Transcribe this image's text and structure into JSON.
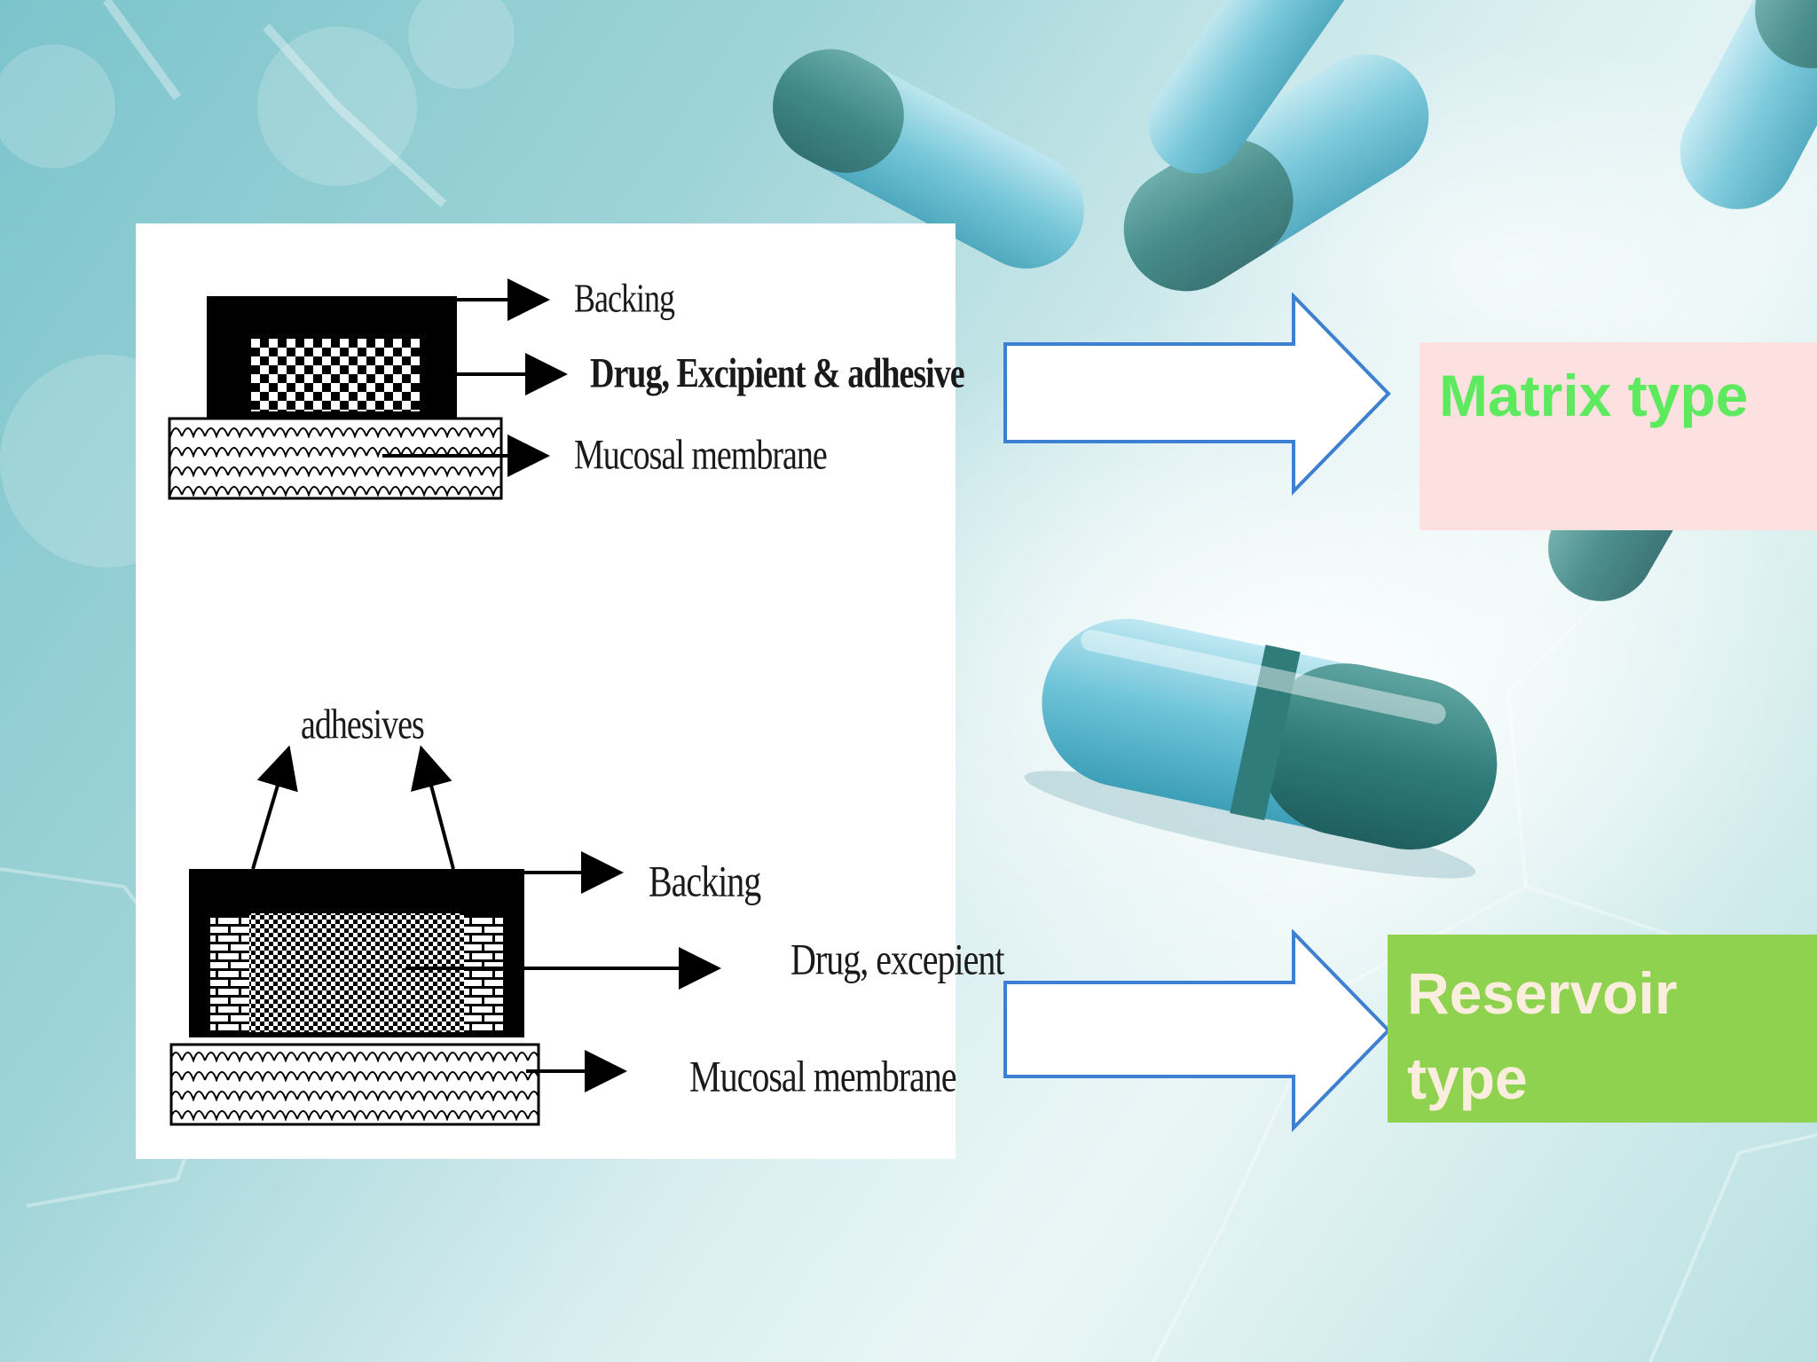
{
  "diagram": {
    "matrix": {
      "backing_label": "Backing",
      "drug_label": "Drug, Excipient & adhesive",
      "mucosal_label": "Mucosal membrane"
    },
    "reservoir": {
      "adhesives_label": "adhesives",
      "backing_label": "Backing",
      "drug_label": "Drug, excepient",
      "mucosal_label": "Mucosal membrane"
    }
  },
  "types": {
    "matrix_label": "Matrix type",
    "reservoir_label": "Reservoir type"
  },
  "colors": {
    "arrow_outline": "#3d7fd0",
    "matrix_bg": "#fde0e0",
    "matrix_text": "#5eea5e",
    "reservoir_bg": "#8fd24f",
    "reservoir_text": "#fbeede"
  }
}
